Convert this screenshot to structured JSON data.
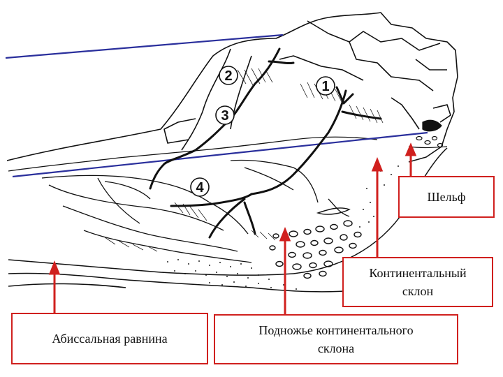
{
  "labels": {
    "shelf": "Шельф",
    "continental_slope_line1": "Континентальный",
    "continental_slope_line2": "склон",
    "abyssal_plain": "Абиссальная равнина",
    "rise_line1": "Подножье континентального",
    "rise_line2": "склона"
  },
  "markers": [
    "1",
    "2",
    "3",
    "4"
  ],
  "colors": {
    "arrow": "#d0201e",
    "box_border": "#d0201e",
    "guide_line": "#2a2f9c",
    "river": "#111111"
  }
}
